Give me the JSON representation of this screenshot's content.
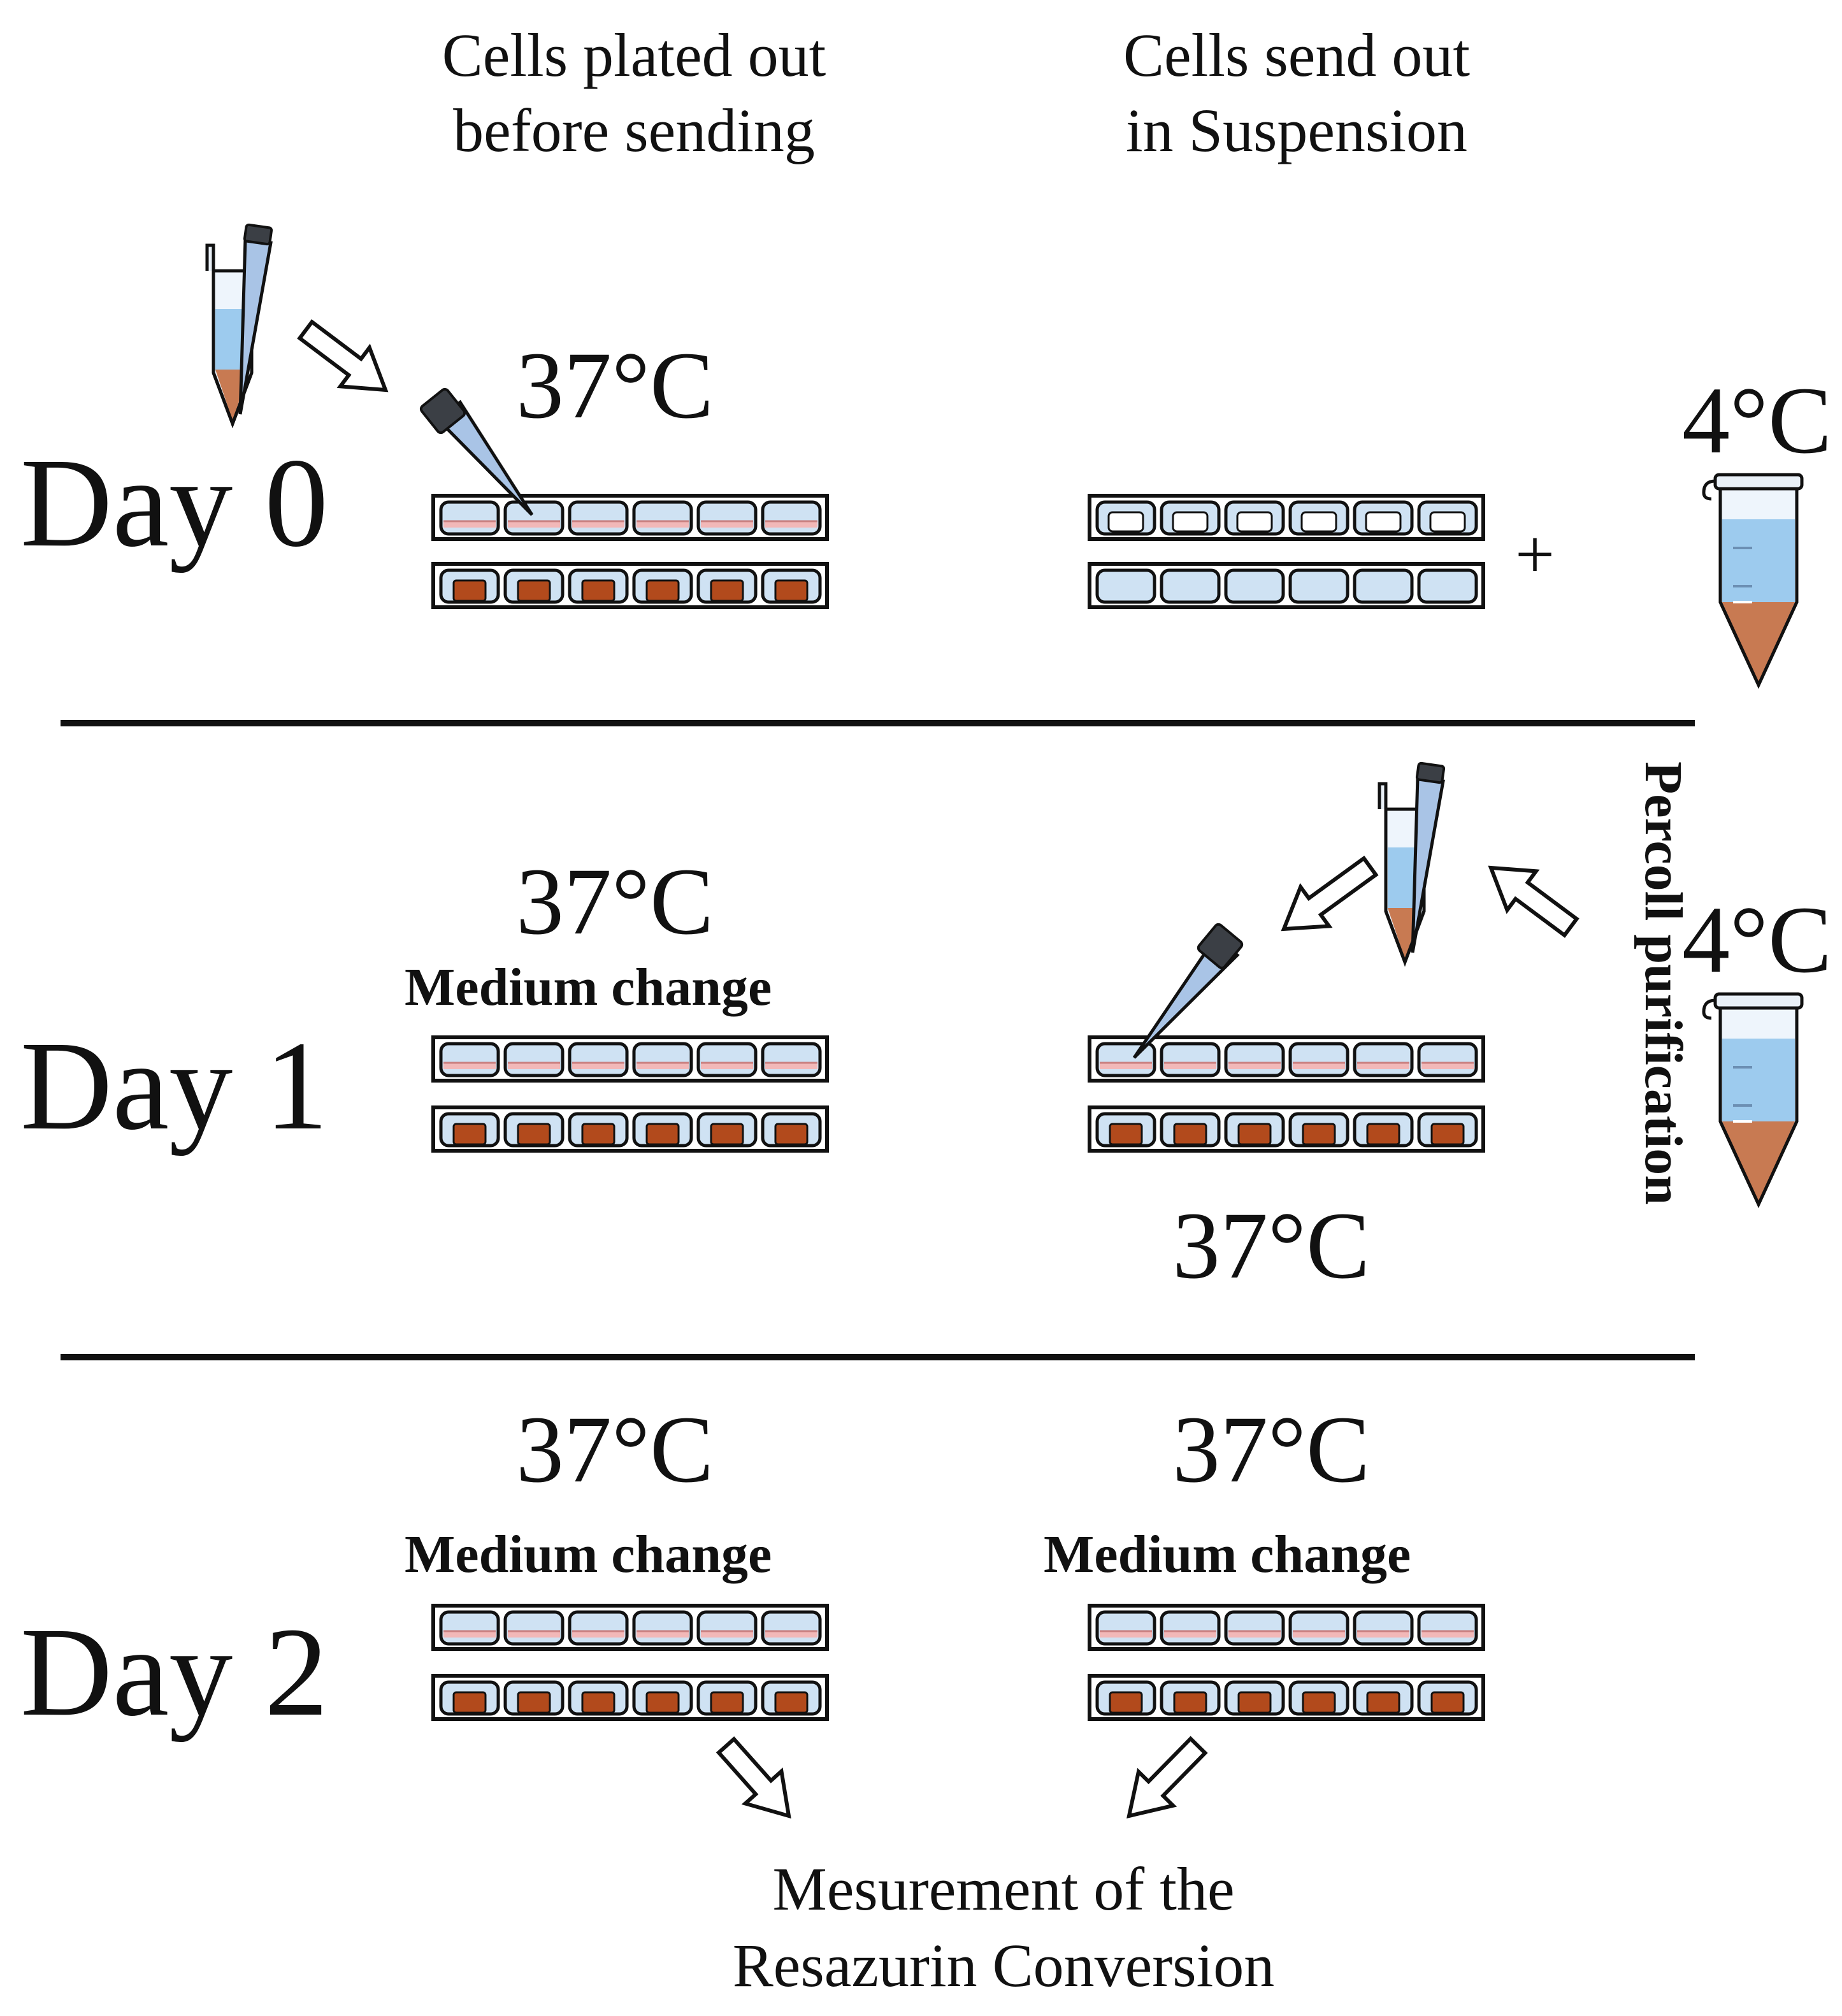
{
  "headers": {
    "plated": [
      "Cells plated out",
      "before sending"
    ],
    "suspension": [
      "Cells send out",
      "in Suspension"
    ]
  },
  "days": [
    "Day 0",
    "Day 1",
    "Day 2"
  ],
  "temps": {
    "day0_plated": "37°C",
    "day0_tube": "4°C",
    "day1_plated": "37°C",
    "day1_tube": "4°C",
    "day1_suspension": "37°C",
    "day2_plated": "37°C",
    "day2_suspension": "37°C"
  },
  "medium_change": "Medium change",
  "plus": "+",
  "percoll": "Percoll purification",
  "measurement": [
    "Mesurement of the",
    "Resazurin Conversion"
  ],
  "colors": {
    "medium_pink": "#f2b8b8",
    "well_blue": "#cfe2f3",
    "resazurin_brown": "#b24a1c",
    "tube_liquid_blue": "#9dcbee",
    "tube_pellet": "#c87a52",
    "tip_blue": "#a9c4e6",
    "line": "#111111"
  },
  "icons": [
    "pipette-icon",
    "pipette-tip-icon",
    "microcentrifuge-tube-icon",
    "well-plate-strip-icon",
    "arrow-icon"
  ]
}
